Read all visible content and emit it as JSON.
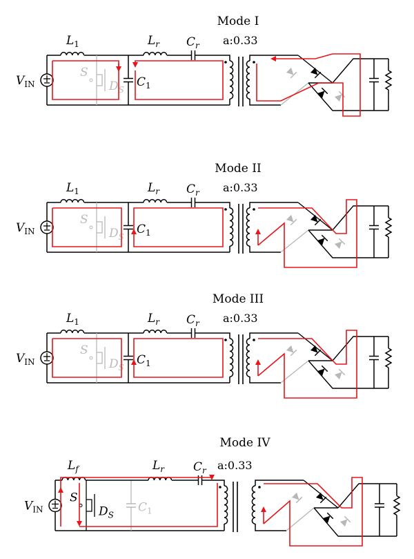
{
  "modes": [
    {
      "title": "Mode I",
      "inductor1": {
        "sym": "L",
        "sub": "1"
      },
      "ratio": "a:0.33",
      "switch_active": false,
      "current": "mode1"
    },
    {
      "title": "Mode II",
      "inductor1": {
        "sym": "L",
        "sub": "1"
      },
      "ratio": "a:0.33",
      "switch_active": false,
      "current": "mode2"
    },
    {
      "title": "Mode III",
      "inductor1": {
        "sym": "L",
        "sub": "1"
      },
      "ratio": "a:0.33",
      "switch_active": false,
      "current": "mode2"
    },
    {
      "title": "Mode IV",
      "inductor1": {
        "sym": "L",
        "sub": "f"
      },
      "ratio": "a:0.33",
      "switch_active": true,
      "current": "mode4"
    }
  ],
  "labels": {
    "vin": "V",
    "vin_sub": "IN",
    "inductor_r": "L",
    "inductor_r_sub": "r",
    "cap_r": "C",
    "cap_r_sub": "r",
    "cap_1": "C",
    "cap_1_sub": "1",
    "switch": "S",
    "diode": "D",
    "diode_sub": "S"
  },
  "colors": {
    "wire": "#000000",
    "current": "#e8141b",
    "inactive": "#b8b8b8"
  }
}
